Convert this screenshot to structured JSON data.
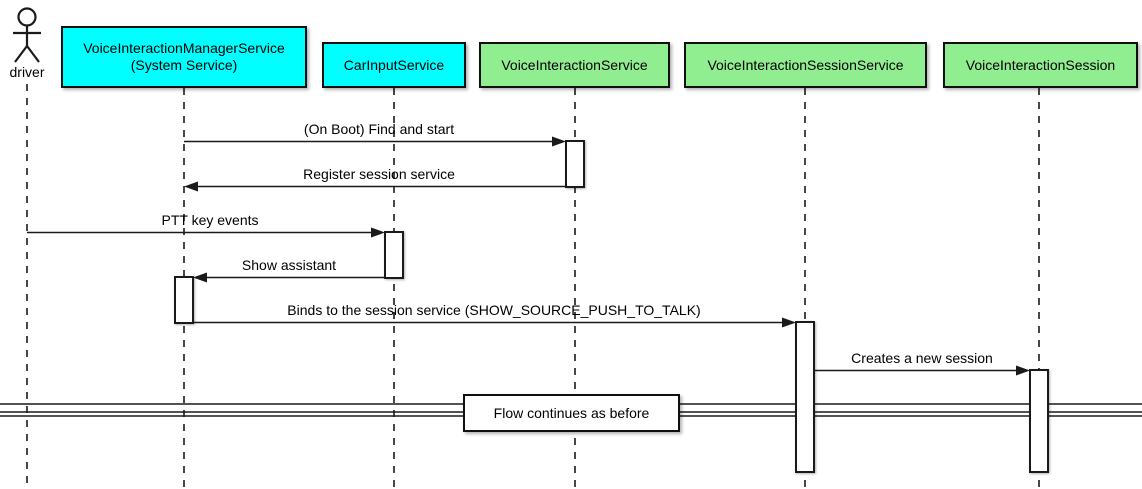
{
  "actor": {
    "name": "driver"
  },
  "participants": [
    {
      "label": "VoiceInteractionManagerService",
      "sublabel": "(System Service)",
      "color": "#00FFFF"
    },
    {
      "label": "CarInputService",
      "color": "#00FFFF"
    },
    {
      "label": "VoiceInteractionService",
      "color": "#90EE90"
    },
    {
      "label": "VoiceInteractionSessionService",
      "color": "#90EE90"
    },
    {
      "label": "VoiceInteractionSession",
      "color": "#90EE90"
    }
  ],
  "messages": [
    {
      "label": "(On Boot) Find and start",
      "from": "VoiceInteractionManagerService",
      "to": "VoiceInteractionService",
      "direction": "right"
    },
    {
      "label": "Register session service",
      "from": "VoiceInteractionService",
      "to": "VoiceInteractionManagerService",
      "direction": "left"
    },
    {
      "label": "PTT key events",
      "from": "driver",
      "to": "CarInputService",
      "direction": "right"
    },
    {
      "label": "Show assistant",
      "from": "CarInputService",
      "to": "VoiceInteractionManagerService",
      "direction": "left"
    },
    {
      "label": "Binds to the session service (SHOW_SOURCE_PUSH_TO_TALK)",
      "from": "VoiceInteractionManagerService",
      "to": "VoiceInteractionSessionService",
      "direction": "right"
    },
    {
      "label": "Creates a new session",
      "from": "VoiceInteractionSessionService",
      "to": "VoiceInteractionSession",
      "direction": "right"
    }
  ],
  "divider": {
    "label": "Flow continues as before"
  },
  "colors": {
    "participant_cyan": "#00FFFF",
    "participant_green": "#90EE90",
    "line": "#1a1a1a",
    "background": "#ffffff"
  }
}
